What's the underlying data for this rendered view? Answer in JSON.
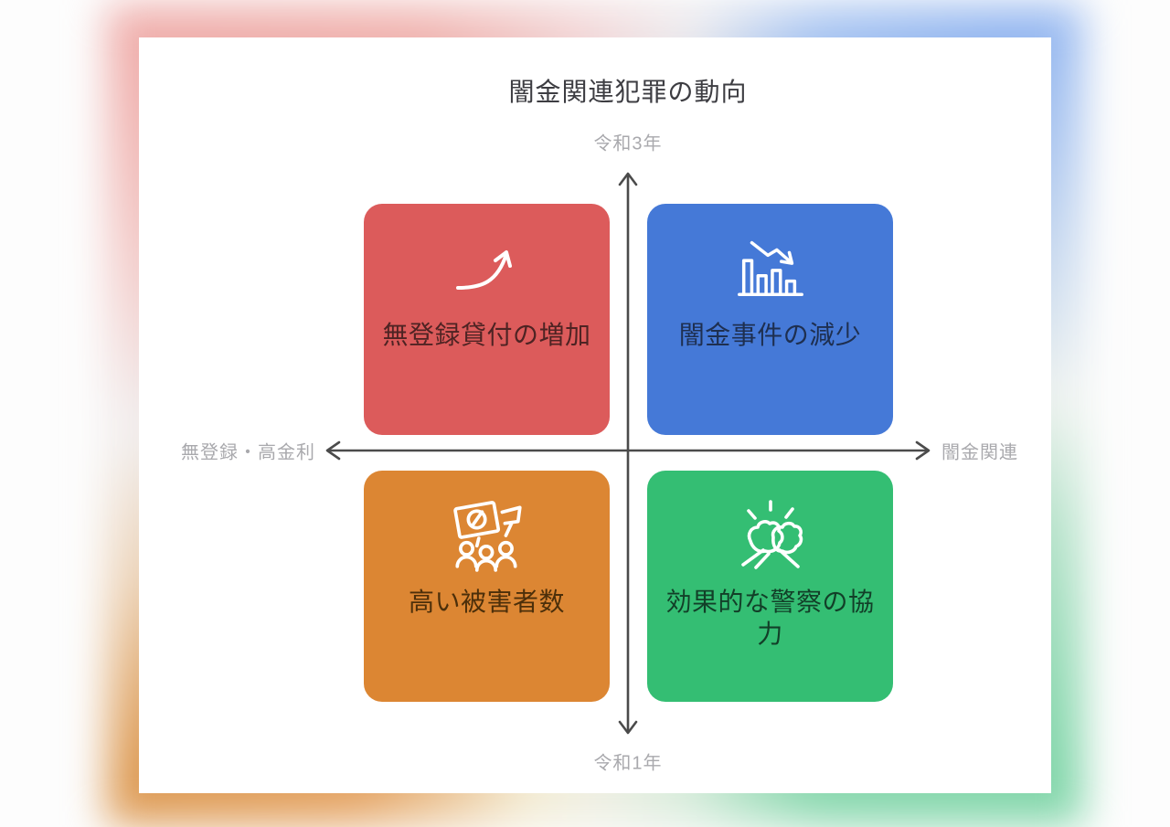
{
  "title": "闇金関連犯罪の動向",
  "axes": {
    "top": "令和3年",
    "bottom": "令和1年",
    "left": "無登録・高金利",
    "right": "闇金関連"
  },
  "quadrants": [
    {
      "position": "top-left",
      "label": "無登録貸付の増加",
      "icon": "growth-curve-arrow-icon",
      "color": "#dc5b5b",
      "text_color": "#4e2323"
    },
    {
      "position": "top-right",
      "label": "闇金事件の減少",
      "icon": "declining-bar-chart-icon",
      "color": "#4579d7",
      "text_color": "#1e2f50"
    },
    {
      "position": "bottom-left",
      "label": "高い被害者数",
      "icon": "protest-crowd-icon",
      "color": "#dc8633",
      "text_color": "#4c2f0a"
    },
    {
      "position": "bottom-right",
      "label": "効果的な警察の協力",
      "icon": "fist-bump-icon",
      "color": "#34be73",
      "text_color": "#123f28"
    }
  ],
  "theme": {
    "card_bg": "#ffffff",
    "title_color": "#3d3d42",
    "axis_color": "#4b4b4b",
    "axis_label_color": "#a9a9ad"
  }
}
